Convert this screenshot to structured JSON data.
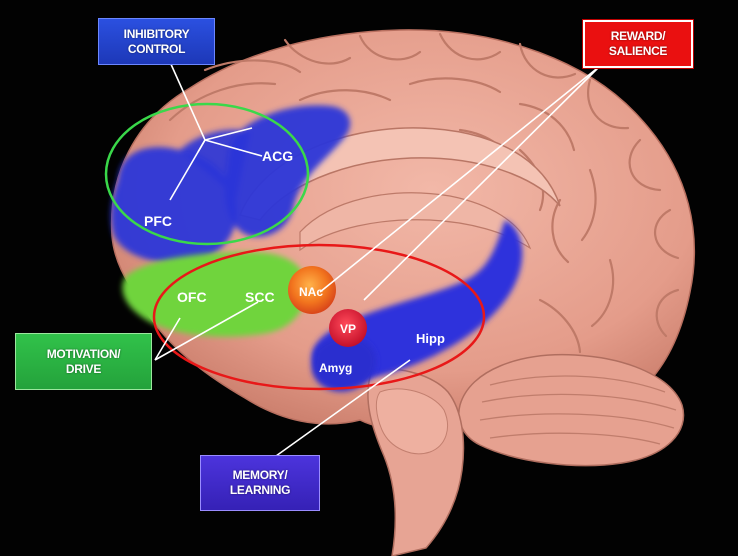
{
  "boxes": {
    "inhibitory": {
      "line1": "INHIBITORY",
      "line2": "CONTROL"
    },
    "reward": {
      "line1": "REWARD/",
      "line2": "SALIENCE"
    },
    "motivation": {
      "line1": "MOTIVATION/",
      "line2": "DRIVE"
    },
    "memory": {
      "line1": "MEMORY/",
      "line2": "LEARNING"
    }
  },
  "regions": {
    "acg": "ACG",
    "pfc": "PFC",
    "ofc": "OFC",
    "scc": "SCC",
    "nac": "NAc",
    "vp": "VP",
    "hipp": "Hipp",
    "amyg": "Amyg"
  },
  "colors": {
    "inhibitory": "#2b50e0",
    "reward": "#ea1010",
    "motivation": "#31c24a",
    "memory": "#4c34dc",
    "brain": "#e8a392",
    "green_circle": "#3ad84a",
    "red_circle": "#e81818"
  }
}
